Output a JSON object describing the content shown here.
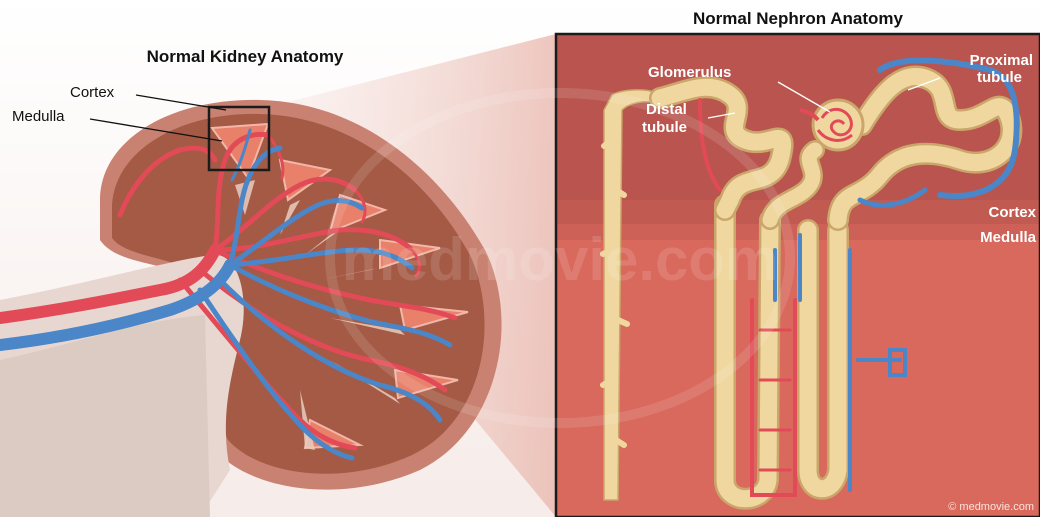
{
  "kidney": {
    "title": "Normal Kidney Anatomy",
    "labels": {
      "cortex": "Cortex",
      "medulla": "Medulla"
    }
  },
  "nephron": {
    "title": "Normal Nephron Anatomy",
    "labels": {
      "glomerulus": "Glomerulus",
      "distal_line1": "Distal",
      "distal_line2": "tubule",
      "proximal_line1": "Proximal",
      "proximal_line2": "tubule",
      "cortex": "Cortex",
      "medulla": "Medulla"
    }
  },
  "credit": "© medmovie.com",
  "watermark": "medmovie.com",
  "colors": {
    "kidney_capsule": "#c98271",
    "kidney_tissue": "#a45a44",
    "pyramid": "#e8806a",
    "artery": "#e24a57",
    "vein": "#4a86c8",
    "tubule": "#f0d7a0",
    "nephron_bg_cortex": "#b9554e",
    "nephron_bg_medulla": "#d9685d"
  }
}
